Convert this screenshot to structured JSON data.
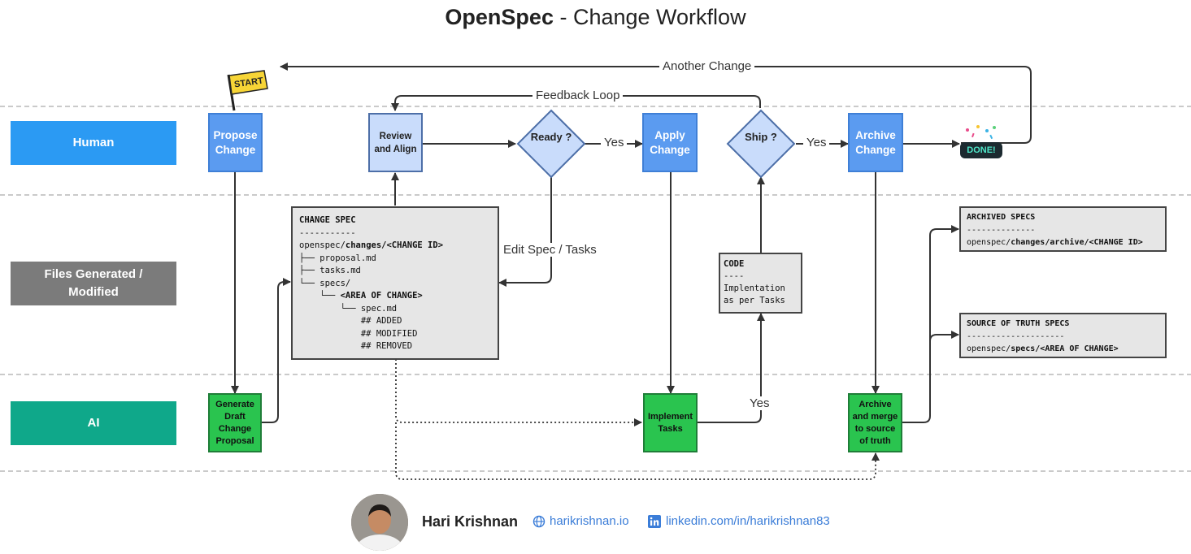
{
  "title": {
    "bold": "OpenSpec",
    "rest": " - Change Workflow"
  },
  "lanes": {
    "human": "Human",
    "files": "Files Generated / Modified",
    "ai": "AI"
  },
  "nodes": {
    "start_flag": "START",
    "propose": "Propose Change",
    "review": "Review and Align",
    "ready": "Ready ?",
    "apply": "Apply Change",
    "ship": "Ship ?",
    "archive": "Archive Change",
    "done": "DONE!",
    "generate": "Generate Draft Change Proposal",
    "implement": "Implement Tasks",
    "archive_merge": "Archive and merge to source of truth"
  },
  "edge_labels": {
    "another_change": "Another Change",
    "feedback_loop": "Feedback Loop",
    "yes_ready": "Yes",
    "yes_ship": "Yes",
    "edit_spec": "Edit Spec / Tasks",
    "yes_implement": "Yes"
  },
  "change_spec": {
    "heading": "CHANGE SPEC",
    "rule": "-----------",
    "path_prefix": "openspec/",
    "path_bold": "changes/<CHANGE ID>",
    "line_proposal": "├── proposal.md",
    "line_tasks": "├── tasks.md",
    "line_specs": "└── specs/",
    "line_area_prefix": "    └── ",
    "line_area_bold": "<AREA OF CHANGE>",
    "line_specmd": "        └── spec.md",
    "line_added": "            ## ADDED",
    "line_modified": "            ## MODIFIED",
    "line_removed": "            ## REMOVED"
  },
  "code_box": {
    "heading": "CODE",
    "rule": "----",
    "line1": "Implentation",
    "line2": "as per Tasks"
  },
  "archived_specs": {
    "heading": "ARCHIVED SPECS",
    "rule": "--------------",
    "path_prefix": "openspec/",
    "path_bold": "changes/archive/<CHANGE ID>"
  },
  "source_specs": {
    "heading": "SOURCE OF TRUTH SPECS",
    "rule": "--------------------",
    "path_prefix": "openspec/",
    "path_bold": "specs/<AREA OF CHANGE>"
  },
  "footer": {
    "name": "Hari Krishnan",
    "website": "harikrishnan.io",
    "linkedin": "linkedin.com/in/harikrishnan83",
    "globe_icon": "globe-icon",
    "linkedin_icon": "linkedin-icon"
  },
  "colors": {
    "lane_human": "#2b9af3",
    "lane_files": "#7b7b7b",
    "lane_ai": "#0fa88a",
    "blue_box": "#5b9bf0",
    "light_box": "#c9dcfb",
    "green_box": "#2ac44f",
    "gray_box": "#e6e6e6"
  }
}
